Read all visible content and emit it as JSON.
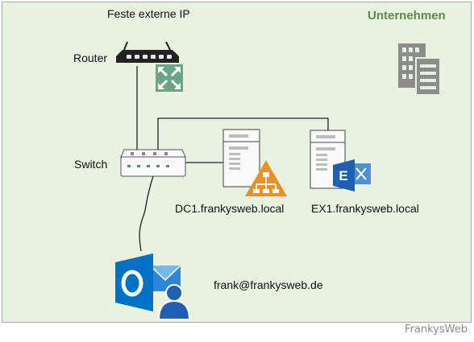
{
  "diagram": {
    "title": "Unternehmen",
    "labels": {
      "external_ip": "Feste externe IP",
      "router": "Router",
      "switch": "Switch",
      "dc1": "DC1.frankysweb.local",
      "ex1": "EX1.frankysweb.local",
      "user": "frank@frankysweb.de"
    },
    "icon_glyphs": {
      "outlook_letter": "O",
      "exchange_letter": "E"
    }
  },
  "watermark": "FrankysWeb",
  "colors": {
    "panel_bg": "#e9f1e0",
    "title": "#5b8c46",
    "outlook_blue": "#0072c6",
    "exchange_blue": "#1f5fb4",
    "ad_orange": "#e8902a",
    "router_green": "#6aa684"
  },
  "icons": [
    "router-icon",
    "switch-icon",
    "server-icon",
    "active-directory-icon",
    "exchange-icon",
    "outlook-icon",
    "company-building-icon"
  ]
}
